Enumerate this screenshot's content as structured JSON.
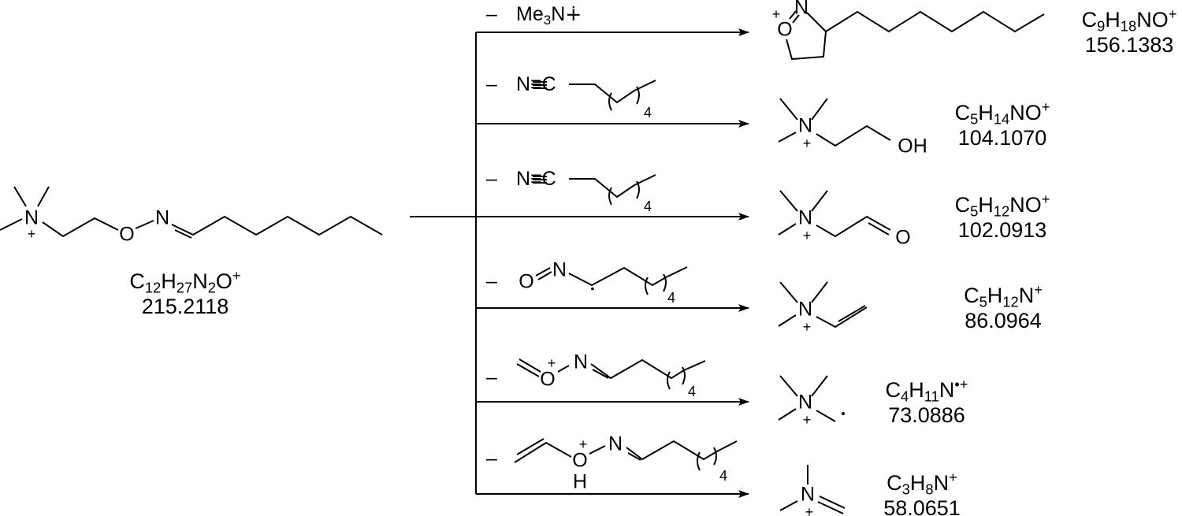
{
  "precursor": {
    "formula": "C12H27N2O+",
    "mass": "215.2118",
    "atoms": {
      "n": "N",
      "plus": "+",
      "o": "O",
      "n2": "N"
    }
  },
  "losses": [
    {
      "dash": "–",
      "label": "Me3N∔"
    },
    {
      "dash": "–",
      "atoms": [
        "N≡C"
      ],
      "repeat": "4"
    },
    {
      "dash": "–",
      "atoms": [
        "N≡C"
      ],
      "repeat": "4"
    },
    {
      "dash": "–",
      "atoms": [
        "O",
        "N"
      ],
      "repeat": "4"
    },
    {
      "dash": "–",
      "atoms": [
        "O",
        "+",
        "N"
      ],
      "repeat": "4"
    },
    {
      "dash": "–",
      "atoms": [
        "O",
        "+",
        "N",
        "H"
      ],
      "repeat": "4"
    }
  ],
  "products": [
    {
      "formula": "C9H18NO+",
      "mass": "156.1383",
      "atoms": [
        "O",
        "+",
        "N"
      ]
    },
    {
      "formula": "C5H14NO+",
      "mass": "104.1070",
      "atoms": [
        "N",
        "+",
        "OH"
      ]
    },
    {
      "formula": "C5H12NO+",
      "mass": "102.0913",
      "atoms": [
        "N",
        "+",
        "O"
      ]
    },
    {
      "formula": "C5H12N+",
      "mass": "86.0964",
      "atoms": [
        "N",
        "+"
      ]
    },
    {
      "formula": "C4H11N•+",
      "mass": "73.0886",
      "atoms": [
        "N",
        "+"
      ]
    },
    {
      "formula": "C3H8N+",
      "mass": "58.0651",
      "atoms": [
        "N",
        "+"
      ]
    }
  ]
}
